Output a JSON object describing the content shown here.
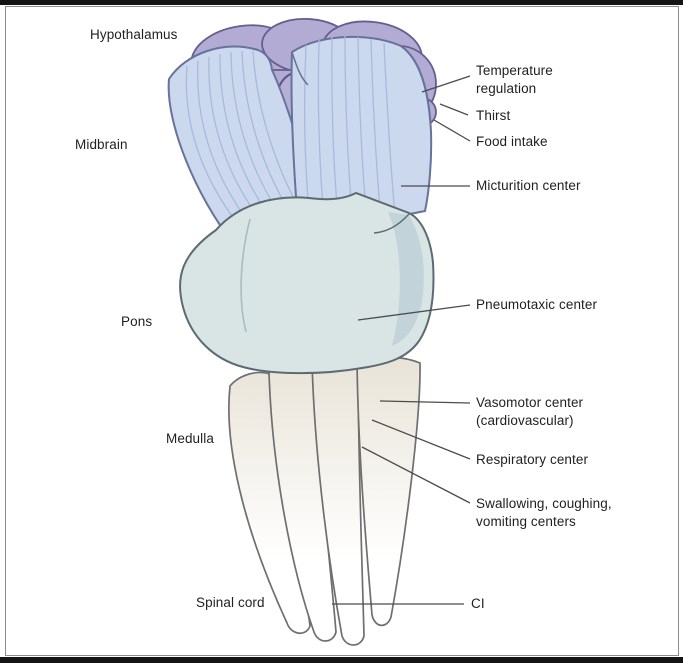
{
  "frame": {
    "background": "#ffffff",
    "border_color": "#8d8d8d",
    "edge_bar_color": "#141414"
  },
  "palette": {
    "midbrain_fill": "#ccd8ee",
    "midbrain_striation": "#a7badc",
    "midbrain_outline": "#66739a",
    "hypothalamus_fill": "#b2abd3",
    "hypothalamus_shade": "#8d84b6",
    "hypothalamus_outline": "#655e8e",
    "pons_fill": "#d8e5e4",
    "pons_shade": "#bed1d8",
    "pons_outline": "#5e6a72",
    "medulla_fill_top": "#e8e3d7",
    "medulla_fill_bottom": "#ffffff",
    "medulla_outline": "#6f6f6f",
    "leader_line_color": "#4c4c4c",
    "text_color": "#1f1f1f"
  },
  "region_labels": [
    {
      "id": "hypothalamus",
      "text": "Hypothalamus"
    },
    {
      "id": "midbrain",
      "text": "Midbrain"
    },
    {
      "id": "pons",
      "text": "Pons"
    },
    {
      "id": "medulla",
      "text": "Medulla"
    },
    {
      "id": "spinal-cord",
      "text": "Spinal cord"
    }
  ],
  "annotations": [
    {
      "id": "temperature",
      "text": "Temperature regulation"
    },
    {
      "id": "thirst",
      "text": "Thirst"
    },
    {
      "id": "food-intake",
      "text": "Food intake"
    },
    {
      "id": "micturition",
      "text": "Micturition center"
    },
    {
      "id": "pneumotaxic",
      "text": "Pneumotaxic center"
    },
    {
      "id": "vasomotor",
      "text": "Vasomotor center (cardiovascular)"
    },
    {
      "id": "respiratory",
      "text": "Respiratory center"
    },
    {
      "id": "swallowing",
      "text": "Swallowing, coughing, vomiting centers"
    },
    {
      "id": "ci",
      "text": "CI"
    }
  ]
}
